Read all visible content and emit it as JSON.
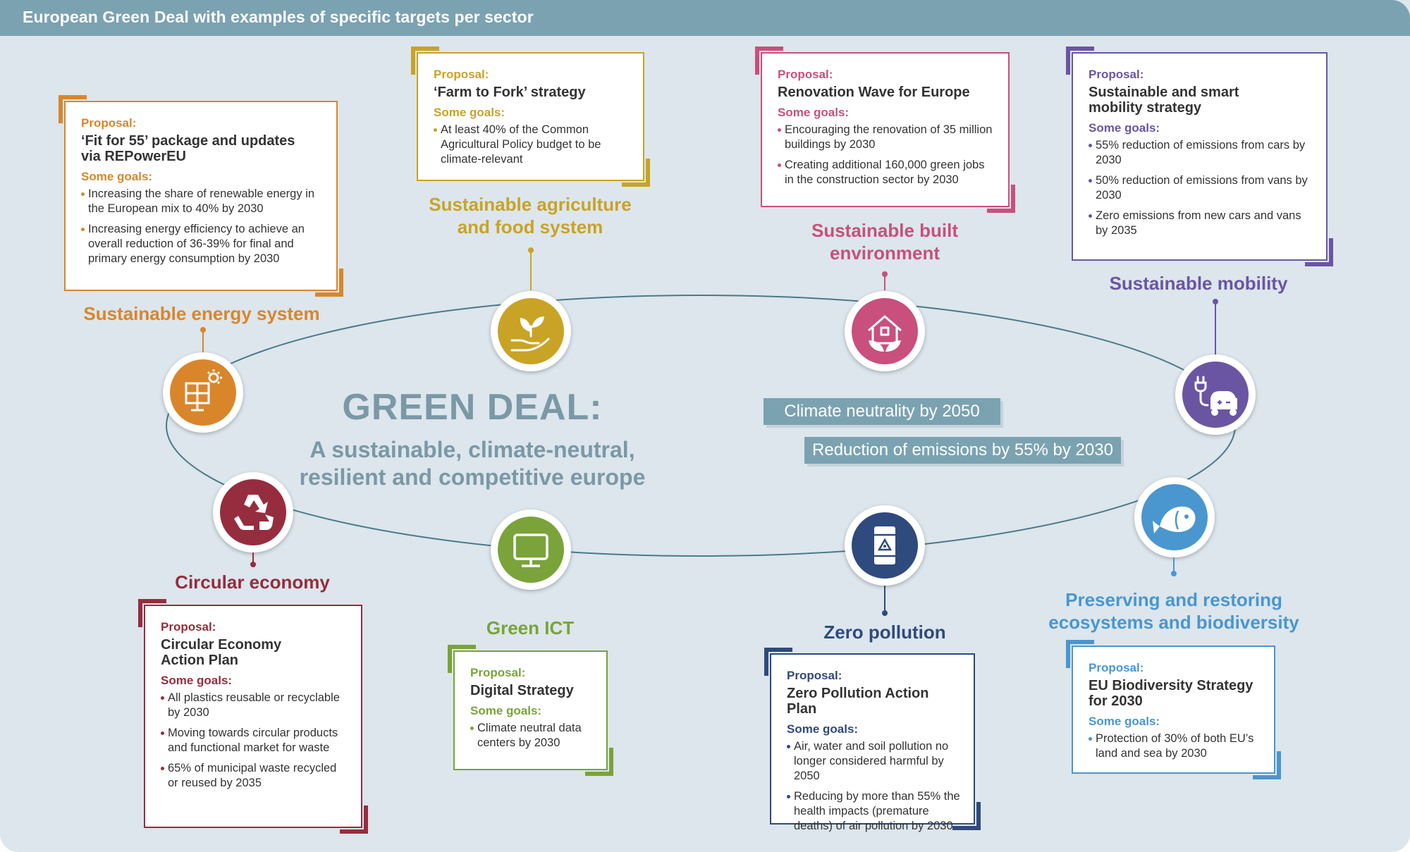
{
  "header": {
    "title": "European Green Deal with examples of specific targets per sector"
  },
  "center": {
    "title": "GREEN DEAL:",
    "subtitle_line1": "A sustainable, climate-neutral,",
    "subtitle_line2": "resilient and competitive europe"
  },
  "banners": {
    "climate_neutrality": "Climate neutrality by 2050",
    "emissions_reduction": "Reduction of emissions by 55% by 2030"
  },
  "labels": {
    "proposal": "Proposal:",
    "some_goals": "Some goals:"
  },
  "colors": {
    "energy": "#d9862b",
    "agriculture": "#c9a326",
    "built": "#c94f7c",
    "mobility": "#6a55a3",
    "circular": "#962d3e",
    "ict": "#7aa33a",
    "pollution": "#2f4a7c",
    "biodiversity": "#4a96cf",
    "accent": "#7ba2b1"
  },
  "sectors": {
    "energy": {
      "name": "Sustainable energy system",
      "icon": "solar-panel-icon",
      "proposal_line1": "‘Fit for 55’ package and updates",
      "proposal_line2": "via REPowerEU",
      "goals": [
        "Increasing the share of renewable energy in the European mix to 40% by 2030",
        "Increasing energy efficiency to achieve an overall reduction of 36-39% for final and primary energy consumption by 2030"
      ]
    },
    "agriculture": {
      "name_line1": "Sustainable agriculture",
      "name_line2": "and food system",
      "icon": "plant-in-hand-icon",
      "proposal": "‘Farm to Fork’ strategy",
      "goals": [
        "At least 40% of the Common Agricultural Policy budget to be climate-relevant"
      ]
    },
    "built": {
      "name_line1": "Sustainable built",
      "name_line2": "environment",
      "icon": "eco-house-icon",
      "proposal": "Renovation Wave for Europe",
      "goals": [
        "Encouraging the renovation of 35 million buildings by 2030",
        "Creating additional 160,000 green jobs in the construction sector by 2030"
      ]
    },
    "mobility": {
      "name": "Sustainable mobility",
      "icon": "electric-car-plug-icon",
      "proposal_line1": "Sustainable and smart",
      "proposal_line2": "mobility strategy",
      "goals": [
        "55% reduction of emissions from cars by 2030",
        "50% reduction of emissions from vans by 2030",
        "Zero emissions from new cars and vans by 2035"
      ]
    },
    "circular": {
      "name": "Circular economy",
      "icon": "recycle-icon",
      "proposal_line1": "Circular Economy",
      "proposal_line2": "Action Plan",
      "goals": [
        "All plastics reusable or recyclable by 2030",
        "Moving towards circular products and functional market for waste",
        "65% of municipal waste recycled or reused by 2035"
      ]
    },
    "ict": {
      "name": "Green ICT",
      "icon": "computer-monitor-icon",
      "proposal": "Digital Strategy",
      "goals": [
        "Climate neutral data centers by 2030"
      ]
    },
    "pollution": {
      "name": "Zero pollution",
      "icon": "toxic-barrel-icon",
      "proposal": "Zero Pollution Action Plan",
      "goals": [
        "Air, water and soil pollution no longer considered harmful by 2050",
        "Reducing by more than 55% the health impacts (premature deaths) of air pollution by 2030"
      ]
    },
    "biodiversity": {
      "name_line1": "Preserving and restoring",
      "name_line2": "ecosystems and biodiversity",
      "icon": "fish-icon",
      "proposal_line1": "EU Biodiversity Strategy",
      "proposal_line2": "for 2030",
      "goals": [
        "Protection of 30% of both EU’s land and sea by 2030"
      ]
    }
  }
}
